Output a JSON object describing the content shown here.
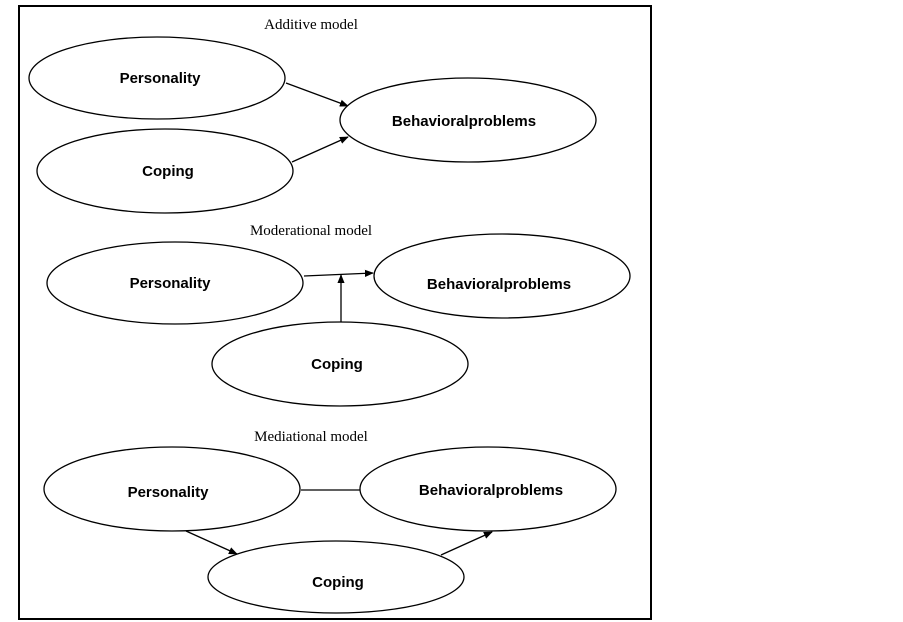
{
  "sections": [
    {
      "title": "Additive model",
      "nodes": {
        "personality": "Personality",
        "coping": "Coping",
        "outcome": "Behavioralproblems"
      }
    },
    {
      "title": "Moderational model",
      "nodes": {
        "personality": "Personality",
        "coping": "Coping",
        "outcome": "Behavioralproblems"
      }
    },
    {
      "title": "Mediational model",
      "nodes": {
        "personality": "Personality",
        "coping": "Coping",
        "outcome": "Behavioralproblems"
      }
    }
  ]
}
